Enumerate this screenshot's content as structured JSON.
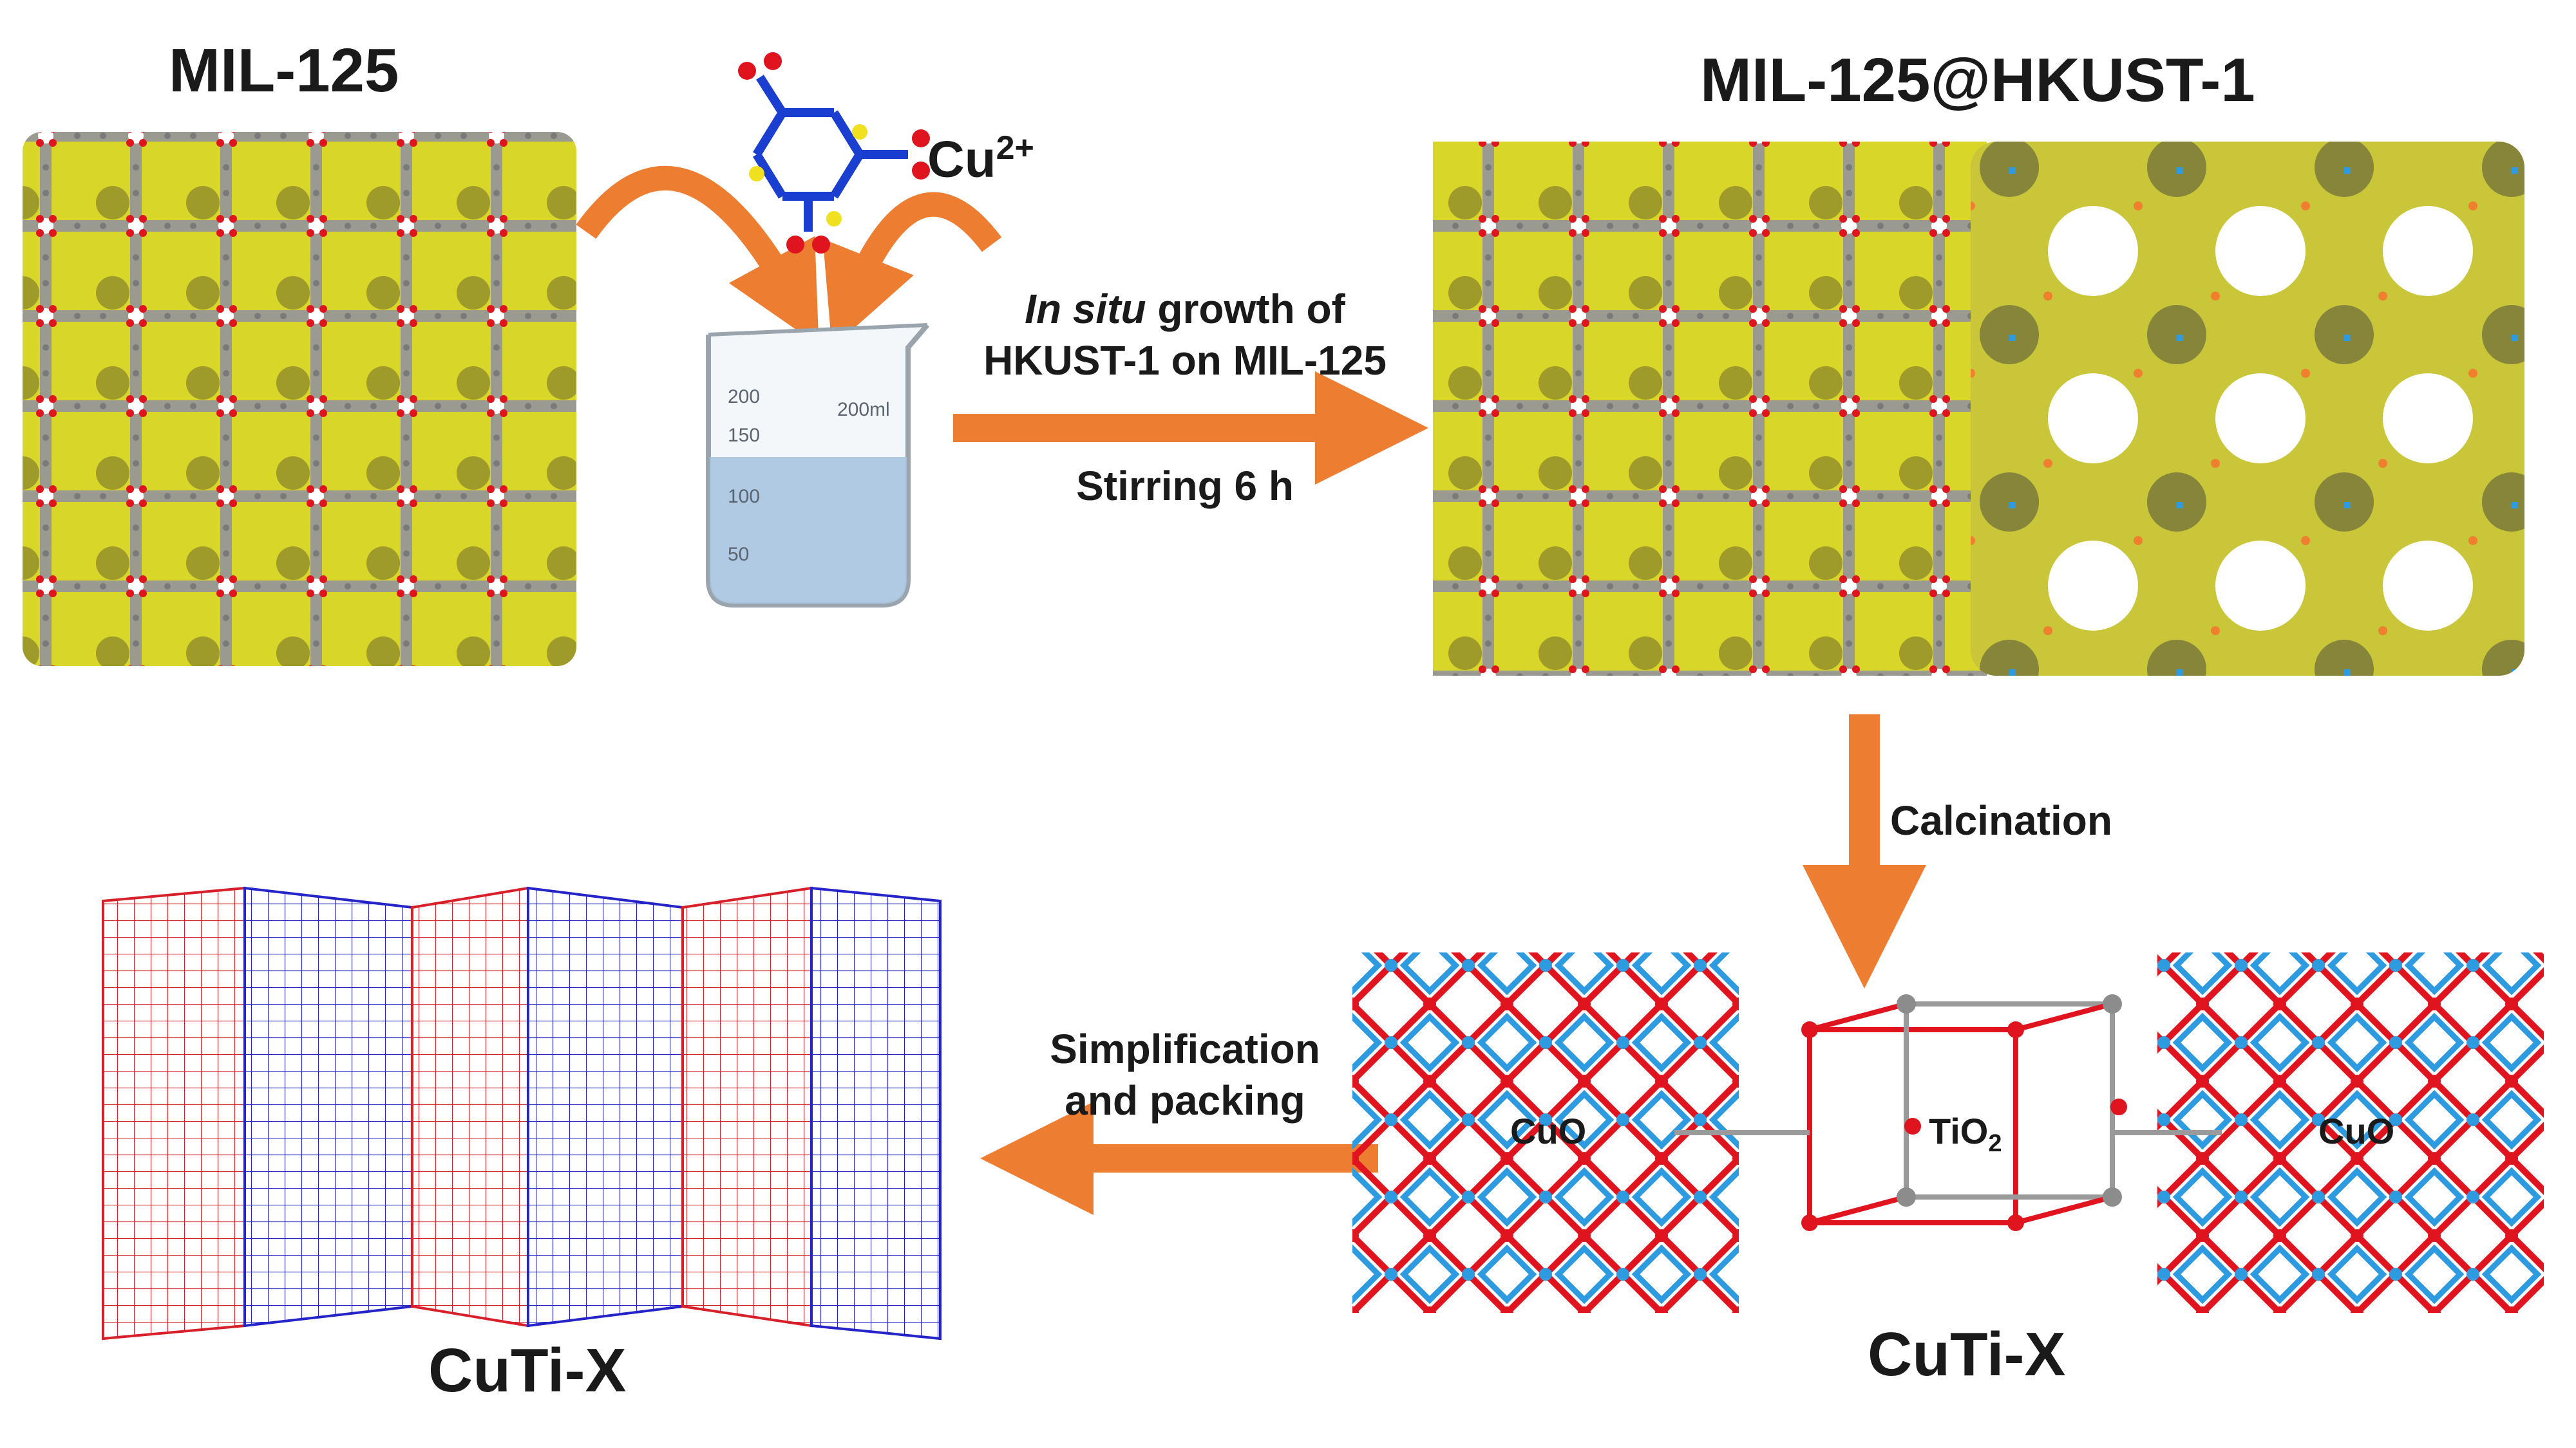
{
  "labels": {
    "mil125_title": "MIL-125",
    "composite_title": "MIL-125@HKUST-1",
    "cu_ion_base": "Cu",
    "cu_ion_charge": "2+",
    "growth_line1_em": "In situ",
    "growth_line1_rest": " growth of",
    "growth_line2": "HKUST-1 on MIL-125",
    "stirring": "Stirring 6 h",
    "calcination": "Calcination",
    "simplification_line1": "Simplification",
    "simplification_line2": "and packing",
    "cuo_left": "CuO",
    "cuo_right": "CuO",
    "tio2_base": "TiO",
    "tio2_sub": "2",
    "cuti_bottom_right": "CuTi-X",
    "cuti_bottom_left": "CuTi-X"
  },
  "beaker": {
    "marks": [
      "200",
      "150",
      "100",
      "50"
    ],
    "volume": "200ml"
  },
  "colors": {
    "arrow": "#ed7d31",
    "mof_yellow": "#d9d62a",
    "oxygen_red": "#e0141e",
    "carbon_gray": "#8c8c8c",
    "copper_blue": "#2e9be0",
    "lattice_red": "#d8202a",
    "lattice_blue": "#2424c8",
    "solution": "#a9c4e0"
  }
}
